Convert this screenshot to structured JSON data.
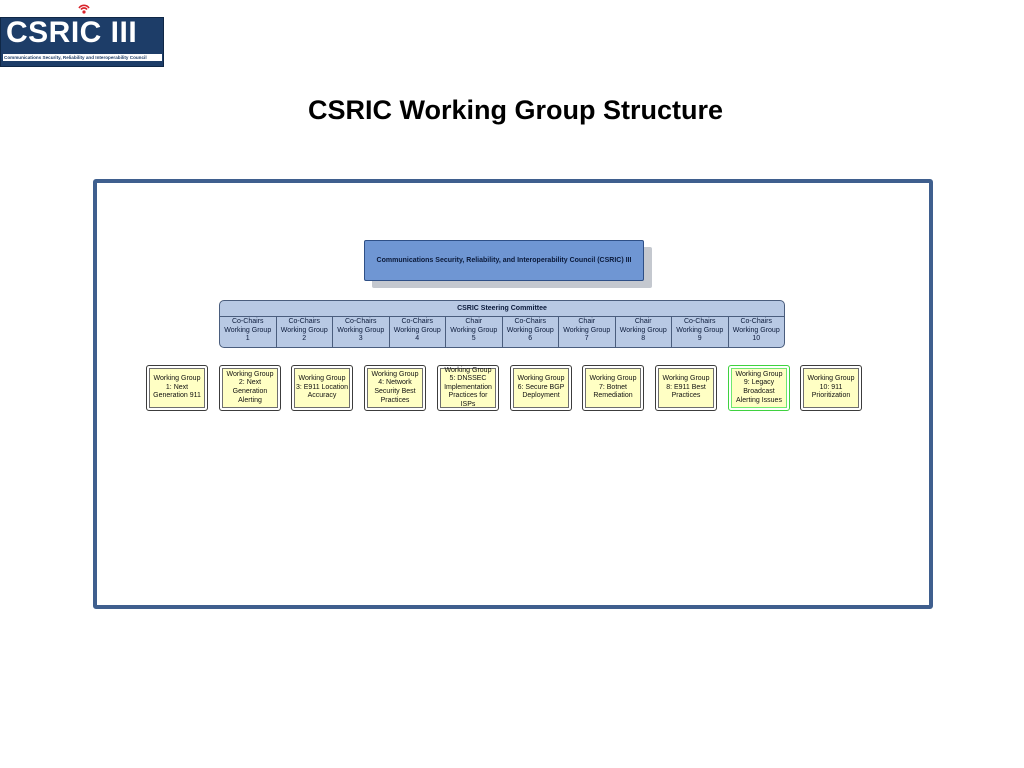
{
  "logo": {
    "text": "CSRIC III",
    "subtitle": "Communications Security, Reliability and Interoperability Council"
  },
  "title": "CSRIC Working Group Structure",
  "council": "Communications Security, Reliability, and Interoperability Council (CSRIC) III",
  "steering": {
    "title": "CSRIC Steering Committee",
    "cells": [
      {
        "role": "Co-Chairs",
        "group": "Working Group",
        "num": "1"
      },
      {
        "role": "Co-Chairs",
        "group": "Working Group",
        "num": "2"
      },
      {
        "role": "Co-Chairs",
        "group": "Working Group",
        "num": "3"
      },
      {
        "role": "Co-Chairs",
        "group": "Working Group",
        "num": "4"
      },
      {
        "role": "Chair",
        "group": "Working Group",
        "num": "5"
      },
      {
        "role": "Co-Chairs",
        "group": "Working Group",
        "num": "6"
      },
      {
        "role": "Chair",
        "group": "Working Group",
        "num": "7"
      },
      {
        "role": "Chair",
        "group": "Working Group",
        "num": "8"
      },
      {
        "role": "Co-Chairs",
        "group": "Working Group",
        "num": "9"
      },
      {
        "role": "Co-Chairs",
        "group": "Working Group",
        "num": "10"
      }
    ]
  },
  "working_groups": [
    "Working Group 1: Next Generation 911",
    "Working Group 2: Next Generation Alerting",
    "Working Group 3: E911 Location Accuracy",
    "Working Group 4: Network Security Best Practices",
    "Working Group 5: DNSSEC Implementation Practices for ISPs",
    "Working Group 6: Secure BGP Deployment",
    "Working Group 7: Botnet Remediation",
    "Working Group 8: E911 Best Practices",
    "Working Group 9: Legacy Broadcast Alerting Issues",
    "Working Group 10: 911 Prioritization"
  ],
  "colors": {
    "frame": "#3f5f8e",
    "council": "#6f96d3",
    "steering": "#b8c9e4",
    "working_group": "#ffffc4",
    "highlight": "#3fd13f"
  }
}
